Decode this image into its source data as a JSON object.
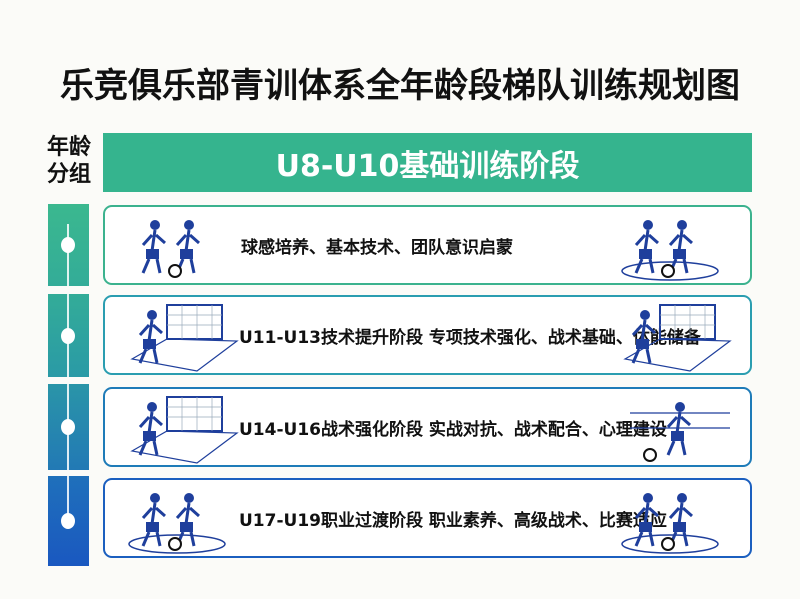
{
  "title": "乐竞俱乐部青训体系全年龄段梯队训练规划图",
  "age_label": "年龄分组",
  "header": "U8-U10基础训练阶段",
  "colors": {
    "green": "#35b48e",
    "teal": "#2a9db0",
    "blue": "#1e7bb8",
    "deep_blue": "#1b5fbf"
  },
  "stages": [
    {
      "text": "球感培养、基本技术、团队意识启蒙",
      "color": "#3bb28e",
      "left_icon": "two-players-ball-icon",
      "right_icon": "two-players-field-icon"
    },
    {
      "text": "U11-U13技术提升阶段  专项技术强化、战术基础、体能储备",
      "color": "#2a9db0",
      "left_icon": "player-goal-icon",
      "right_icon": "player-net-icon"
    },
    {
      "text": "U14-U16战术强化阶段  实战对抗、战术配合、心理建设",
      "color": "#1e7bb8",
      "left_icon": "goalkeeper-goal-icon",
      "right_icon": "player-kick-icon"
    },
    {
      "text": "U17-U19职业过渡阶段  职业素养、高级战术、比赛适应",
      "color": "#1b5fbf",
      "left_icon": "two-players-field-icon",
      "right_icon": "two-players-field-icon"
    }
  ]
}
